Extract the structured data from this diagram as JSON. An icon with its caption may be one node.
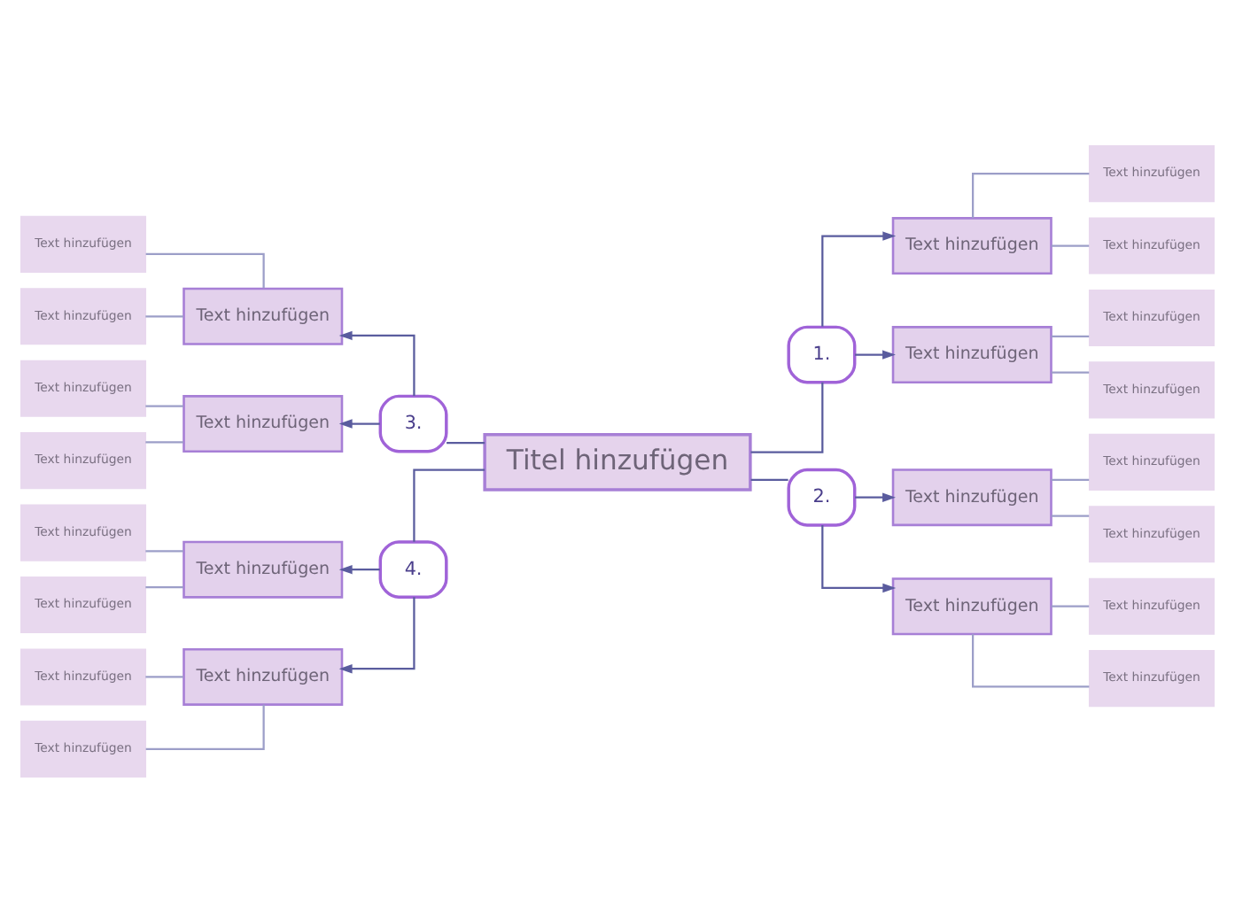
{
  "diagram": {
    "nodes": [
      {
        "text": [
          "Titel hinzufügen"
        ]
      },
      {
        "text": [
          "1."
        ]
      },
      {
        "text": [
          "2."
        ]
      },
      {
        "text": [
          "3."
        ]
      },
      {
        "text": [
          "4."
        ]
      },
      {
        "text": [
          "Text hinzufügen"
        ]
      },
      {
        "text": [
          "Text hinzufügen"
        ]
      },
      {
        "text": [
          "Text hinzufügen"
        ]
      },
      {
        "text": [
          "Text hinzufügen"
        ]
      },
      {
        "text": [
          "Text hinzufügen"
        ]
      },
      {
        "text": [
          "Text hinzufügen"
        ]
      },
      {
        "text": [
          "Text hinzufügen"
        ]
      },
      {
        "text": [
          "Text hinzufügen"
        ]
      },
      {
        "text": [
          "Text hinzufügen"
        ]
      },
      {
        "text": [
          "Text hinzufügen"
        ]
      },
      {
        "text": [
          "Text hinzufügen"
        ]
      },
      {
        "text": [
          "Text hinzufügen"
        ]
      },
      {
        "text": [
          "Text hinzufügen"
        ]
      },
      {
        "text": [
          "Text hinzufügen"
        ]
      },
      {
        "text": [
          "Text hinzufügen"
        ]
      },
      {
        "text": [
          "Text hinzufügen"
        ]
      },
      {
        "text": [
          "Text hinzufügen"
        ]
      },
      {
        "text": [
          "Text hinzufügen"
        ]
      },
      {
        "text": [
          "Text hinzufügen"
        ]
      },
      {
        "text": [
          "Text hinzufügen"
        ]
      },
      {
        "text": [
          "Text hinzufügen"
        ]
      },
      {
        "text": [
          "Text hinzufügen"
        ]
      },
      {
        "text": [
          "Text hinzufügen"
        ]
      },
      {
        "text": [
          "Text hinzufügen"
        ]
      }
    ],
    "edges": [
      {
        "from": 0,
        "to": 1,
        "arrow": "none",
        "color": "#5a5c9e"
      },
      {
        "from": 0,
        "to": 2,
        "arrow": "none",
        "color": "#5a5c9e"
      },
      {
        "from": 0,
        "to": 3,
        "arrow": "none",
        "color": "#5a5c9e"
      },
      {
        "from": 0,
        "to": 4,
        "arrow": "none",
        "color": "#5a5c9e"
      },
      {
        "from": 1,
        "to": 5,
        "arrow": "to",
        "color": "#5a5c9e"
      },
      {
        "from": 1,
        "to": 6,
        "arrow": "to",
        "color": "#5a5c9e"
      },
      {
        "from": 2,
        "to": 7,
        "arrow": "to",
        "color": "#5a5c9e"
      },
      {
        "from": 2,
        "to": 8,
        "arrow": "to",
        "color": "#5a5c9e"
      },
      {
        "from": 3,
        "to": 9,
        "arrow": "to",
        "color": "#5a5c9e"
      },
      {
        "from": 3,
        "to": 10,
        "arrow": "to",
        "color": "#5a5c9e"
      },
      {
        "from": 4,
        "to": 11,
        "arrow": "to",
        "color": "#5a5c9e"
      },
      {
        "from": 4,
        "to": 12,
        "arrow": "to",
        "color": "#5a5c9e"
      },
      {
        "from": 5,
        "to": 13,
        "arrow": "none"
      },
      {
        "from": 5,
        "to": 14,
        "arrow": "none"
      },
      {
        "from": 6,
        "to": 15,
        "arrow": "none"
      },
      {
        "from": 6,
        "to": 16,
        "arrow": "none"
      },
      {
        "from": 7,
        "to": 17,
        "arrow": "none"
      },
      {
        "from": 7,
        "to": 18,
        "arrow": "none"
      },
      {
        "from": 8,
        "to": 19,
        "arrow": "none"
      },
      {
        "from": 8,
        "to": 20,
        "arrow": "none"
      },
      {
        "from": 9,
        "to": 21,
        "arrow": "none"
      },
      {
        "from": 9,
        "to": 22,
        "arrow": "none"
      },
      {
        "from": 10,
        "to": 23,
        "arrow": "none"
      },
      {
        "from": 10,
        "to": 24,
        "arrow": "none"
      },
      {
        "from": 11,
        "to": 25,
        "arrow": "none"
      },
      {
        "from": 11,
        "to": 26,
        "arrow": "none"
      },
      {
        "from": 12,
        "to": 27,
        "arrow": "none"
      },
      {
        "from": 12,
        "to": 28,
        "arrow": "none"
      }
    ]
  }
}
